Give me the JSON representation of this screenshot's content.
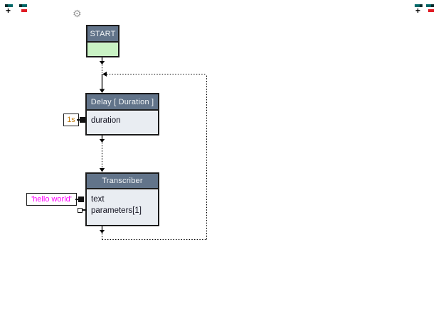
{
  "icons": {
    "gear": "⚙",
    "plus": "+",
    "top_left": [
      "add-block-icon",
      "remove-block-icon"
    ],
    "top_right": [
      "add-block-icon",
      "remove-block-icon"
    ]
  },
  "nodes": [
    {
      "id": "start",
      "title": "START",
      "type": "start"
    },
    {
      "id": "delay",
      "title": "Delay [ Duration ]",
      "rows": [
        {
          "label": "duration",
          "port": "filled",
          "value": "1s",
          "value_color": "#c17d11"
        }
      ]
    },
    {
      "id": "transcriber",
      "title": "Transcriber",
      "rows": [
        {
          "label": "text",
          "port": "filled",
          "value": "'hello world'",
          "value_color": "#ff00ff"
        },
        {
          "label": "parameters[1]",
          "port": "hollow"
        }
      ]
    }
  ],
  "colors": {
    "node_header": "#62748a",
    "node_body": "#e9edf2",
    "start_body": "#c9f2c4",
    "node_border": "#1b1b1b",
    "edge": "#000000",
    "icon_teal": "#006868",
    "icon_red": "#e01b24",
    "value_orange": "#c17d11",
    "value_magenta": "#ff00ff",
    "header_text": "#f2f5f7",
    "body_text": "#10101e"
  }
}
